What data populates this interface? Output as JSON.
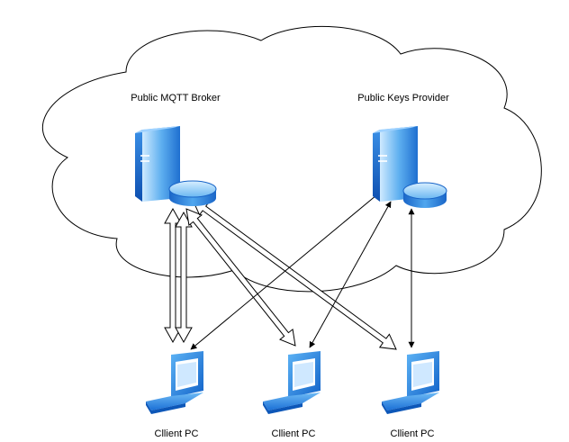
{
  "cloud_label": "",
  "nodes": {
    "broker": {
      "label": "Public MQTT Broker",
      "icon": "server-database-icon"
    },
    "keys": {
      "label": "Public Keys Provider",
      "icon": "server-database-icon"
    },
    "clients": [
      {
        "label": "Cllient PC",
        "icon": "laptop-icon"
      },
      {
        "label": "Cllient PC",
        "icon": "laptop-icon"
      },
      {
        "label": "Cllient PC",
        "icon": "laptop-icon"
      }
    ]
  },
  "connections": [
    {
      "from": "broker",
      "to": "client-1",
      "style": "double-hollow-arrow"
    },
    {
      "from": "broker",
      "to": "client-2",
      "style": "double-hollow-arrow"
    },
    {
      "from": "broker",
      "to": "client-3",
      "style": "double-hollow-arrow"
    },
    {
      "from": "keys",
      "to": "client-1",
      "style": "thin-bidirectional"
    },
    {
      "from": "keys",
      "to": "client-2",
      "style": "thin-bidirectional"
    },
    {
      "from": "keys",
      "to": "client-3",
      "style": "thin-bidirectional"
    }
  ],
  "colors": {
    "server_light": "#bfe3ff",
    "server_mid": "#3e9be8",
    "server_dark": "#1560c4",
    "laptop_blue": "#1c7fe0",
    "outline": "#000000"
  }
}
